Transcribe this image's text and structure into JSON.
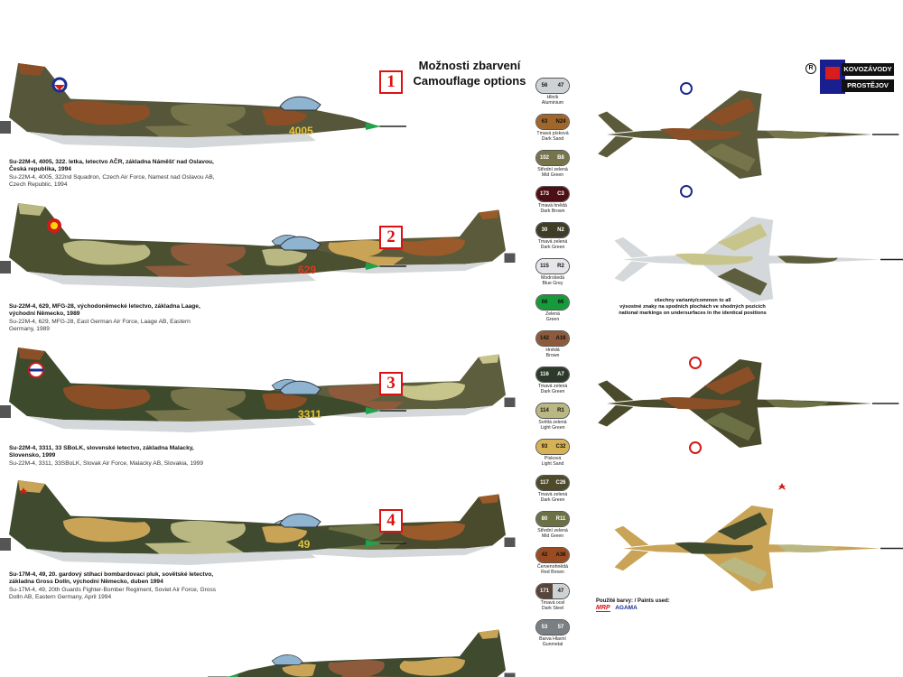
{
  "header": {
    "cz": "Možnosti zbarvení",
    "en": "Camouflage options"
  },
  "logo": {
    "line1": "KOVOZÁVODY",
    "line2": "PROSTĚJOV",
    "reg": "R"
  },
  "options": [
    {
      "num": "1",
      "code": "4005",
      "cz": "Su-22M-4, 4005, 322. letka, letectvo AČR, základna Náměšť nad Oslavou, Česká republika, 1994",
      "en": "Su-22M-4, 4005, 322nd Squadron, Czech Air Force, Namest nad Oslavou AB, Czech Republic, 1994"
    },
    {
      "num": "2",
      "code": "629",
      "cz": "Su-22M-4, 629, MFG-28, východoněmecké letectvo, základna Laage, východní Německo, 1989",
      "en": "Su-22M-4, 629, MFG-28, East German Air Force, Laage AB, Eastern Germany, 1989"
    },
    {
      "num": "3",
      "code": "3311",
      "cz": "Su-22M-4, 3311, 33 SBoLK, slovenské letectvo, základna Malacky, Slovensko, 1999",
      "en": "Su-22M-4, 3311, 33SBoLK, Slovak Air Force, Malacky AB, Slovakia, 1999"
    },
    {
      "num": "4",
      "code": "49",
      "cz": "Su-17M-4, 49, 20. gardový stíhací bombardovací pluk, sovětské letectvo, základna Gross Dolln, východní Německo, duben 1994",
      "en": "Su-17M-4, 49, 20th Guards Fighter-Bomber Regiment, Soviet Air Force, Gross Dolln AB, Eastern Germany, April 1994"
    }
  ],
  "paints": [
    {
      "a": "56",
      "b": "47",
      "cz": "Hliník",
      "en": "Aluminium",
      "ca": "#cfd2d4",
      "cb": "#cfd2d4",
      "dark": false
    },
    {
      "a": "63",
      "b": "N24",
      "cz": "Tmavá písková",
      "en": "Dark Sand",
      "ca": "#a0662a",
      "cb": "#a0662a",
      "dark": false
    },
    {
      "a": "102",
      "b": "B8",
      "cz": "Střední zelená",
      "en": "Mid Green",
      "ca": "#76744a",
      "cb": "#76744a",
      "dark": true
    },
    {
      "a": "173",
      "b": "C3",
      "cz": "Tmavá hnědá",
      "en": "Dark Brown",
      "ca": "#4e0f14",
      "cb": "#4e0f14",
      "dark": true
    },
    {
      "a": "30",
      "b": "N2",
      "cz": "Tmavá zelená",
      "en": "Dark Green",
      "ca": "#3f3d25",
      "cb": "#3f3d25",
      "dark": true
    },
    {
      "a": "115",
      "b": "R2",
      "cz": "Modrošedá",
      "en": "Blue Grey",
      "ca": "#e6e6ea",
      "cb": "#e6e6ea",
      "dark": false
    },
    {
      "a": "66",
      "b": "66",
      "cz": "Zelená",
      "en": "Green",
      "ca": "#169a3a",
      "cb": "#169a3a",
      "dark": false
    },
    {
      "a": "142",
      "b": "A16",
      "cz": "Hnědá",
      "en": "Brown",
      "ca": "#8d5a3c",
      "cb": "#8d5a3c",
      "dark": false
    },
    {
      "a": "116",
      "b": "A7",
      "cz": "Tmavá zelená",
      "en": "Dark Green",
      "ca": "#2d3a2b",
      "cb": "#2d3a2b",
      "dark": true
    },
    {
      "a": "114",
      "b": "R1",
      "cz": "Světlá zelená",
      "en": "Light Green",
      "ca": "#b9b782",
      "cb": "#b9b782",
      "dark": false
    },
    {
      "a": "93",
      "b": "C32",
      "cz": "Písková",
      "en": "Light Sand",
      "ca": "#d7b255",
      "cb": "#d7b255",
      "dark": false
    },
    {
      "a": "117",
      "b": "C26",
      "cz": "Tmavá zelená",
      "en": "Dark Green",
      "ca": "#4e4a2c",
      "cb": "#4e4a2c",
      "dark": true
    },
    {
      "a": "80",
      "b": "R11",
      "cz": "Střední zelená",
      "en": "Mid Green",
      "ca": "#6c7045",
      "cb": "#6c7045",
      "dark": true
    },
    {
      "a": "42",
      "b": "A36",
      "cz": "Červenohnědá",
      "en": "Red Brown",
      "ca": "#9a4b22",
      "cb": "#9a4b22",
      "dark": false
    },
    {
      "a": "171",
      "b": "47",
      "cz": "Tmavá ocel",
      "en": "Dark Steel",
      "ca": "#57443a",
      "cb": "#cfd2d4",
      "dark": true
    },
    {
      "a": "53",
      "b": "57",
      "cz": "Barva Hlavní",
      "en": "Gunmetal",
      "ca": "#7a7f84",
      "cb": "#7a7f84",
      "dark": true
    }
  ],
  "common_note": {
    "line1": "všechny varianty/common to all",
    "line2": "výsostné znaky na spodních plochách ve shodných pozicích",
    "line3": "national markings on undersurfaces in the identical positions"
  },
  "paints_used": {
    "label": "Použité barvy: / Paints used:",
    "brand1": "MRP",
    "brand2": "AGAMA"
  },
  "colors": {
    "accent_red": "#d11a1a",
    "camo_dark": "#3f3d25",
    "camo_mid": "#76744a",
    "camo_brown": "#8a4f26",
    "camo_sand": "#c9a456",
    "camo_light": "#b9b782",
    "underside": "#d5d8da",
    "fin_green": "#1fa34a"
  }
}
